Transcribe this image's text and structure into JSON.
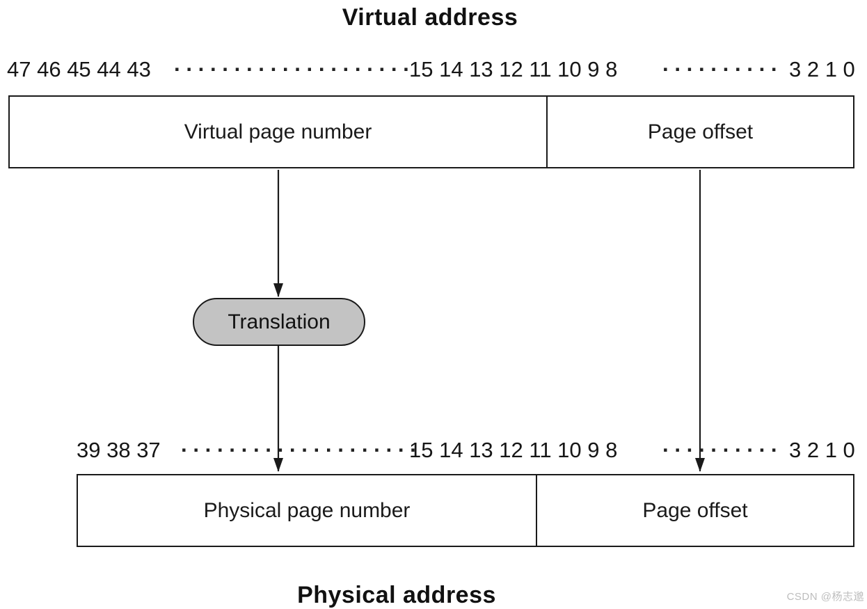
{
  "titles": {
    "virtual": "Virtual address",
    "physical": "Physical address"
  },
  "virtual_bit_row": {
    "high": "47 46 45 44 43",
    "dots1": "····················",
    "mid": "15 14 13 12 11 10 9 8",
    "dots2": "··········",
    "low": "3 2 1 0"
  },
  "physical_bit_row": {
    "high": "39 38 37",
    "dots1": "····················",
    "mid": "15 14 13 12 11 10 9 8",
    "dots2": "··········",
    "low": "3 2 1 0"
  },
  "virtual_address_box": {
    "left_label": "Virtual page number",
    "right_label": "Page offset"
  },
  "physical_address_box": {
    "left_label": "Physical page number",
    "right_label": "Page offset"
  },
  "translation": {
    "label": "Translation"
  },
  "watermark": "CSDN @杨志邈",
  "colors": {
    "line": "#1a1a1a",
    "bubble_fill": "#c3c3c3",
    "background": "#ffffff",
    "watermark_gray": "#bdbdbd"
  }
}
